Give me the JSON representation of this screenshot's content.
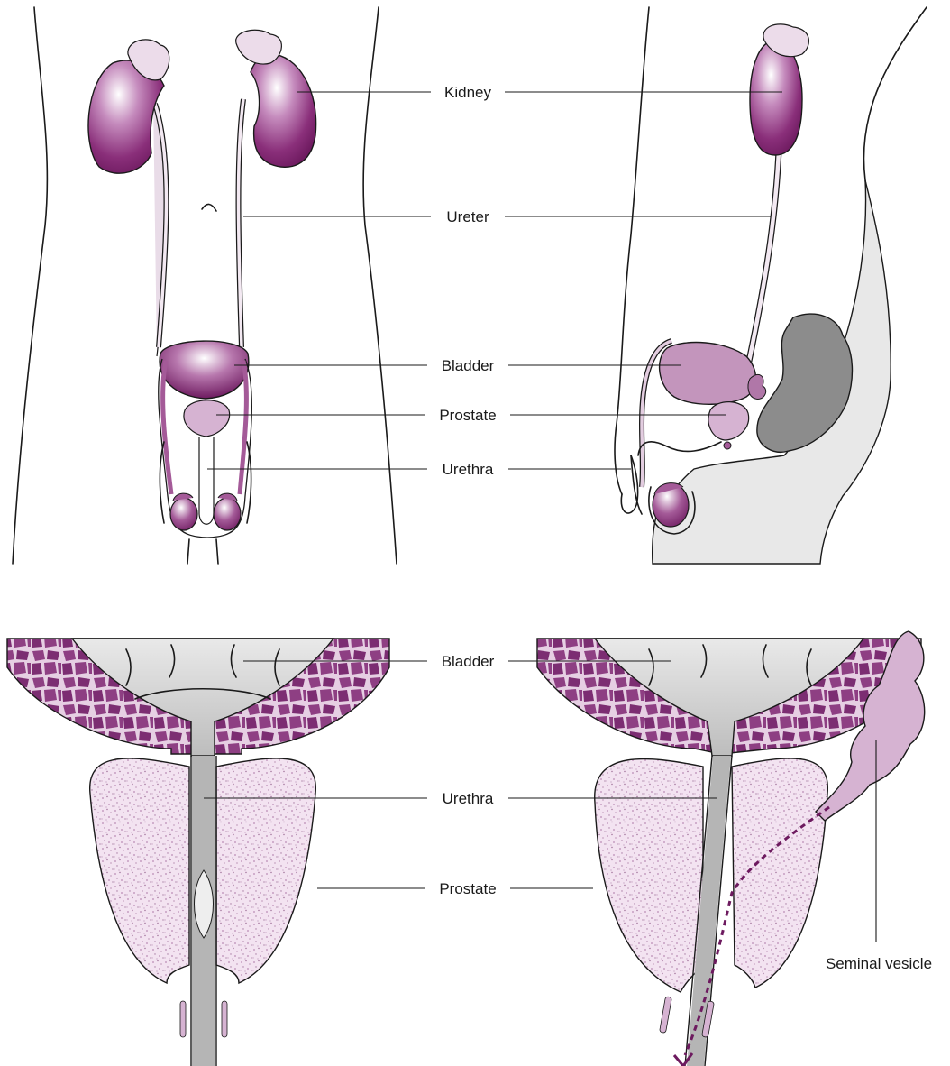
{
  "upper_labels": {
    "kidney": "Kidney",
    "ureter": "Ureter",
    "bladder": "Bladder",
    "prostate": "Prostate",
    "urethra": "Urethra"
  },
  "lower_labels": {
    "bladder": "Bladder",
    "urethra": "Urethra",
    "prostate": "Prostate",
    "seminal_vesicle": "Seminal vesicle"
  },
  "colors": {
    "organ_dark": "#6d1a5f",
    "organ_mid": "#a45a98",
    "organ_light": "#d6b3d2",
    "organ_pale": "#ecdcea",
    "gland_fill": "#f1dff0",
    "rectum": "#8c8c8c",
    "body_shade": "#e8e8e8",
    "bladder_lumen": "#c8c8c8",
    "flow_arrow": "#6d1a5f"
  }
}
